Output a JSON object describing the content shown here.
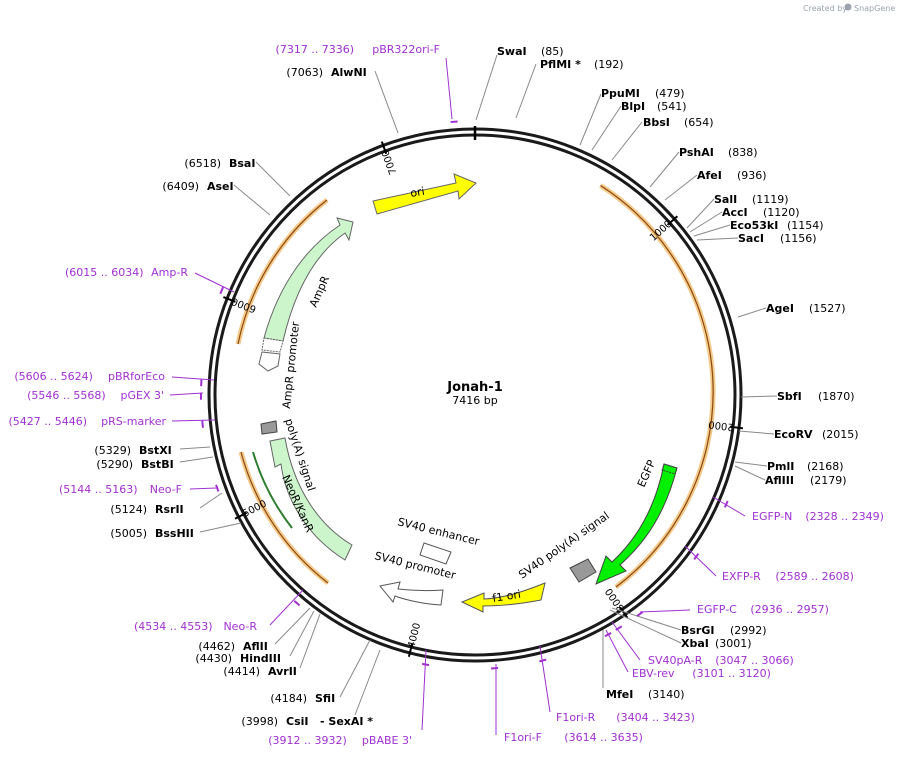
{
  "watermark": {
    "prefix": "Created by",
    "brand": "SnapGene"
  },
  "plasmid": {
    "name": "Jonah-1",
    "length_label": "7416 bp",
    "length": 7416
  },
  "ticks": [
    {
      "pos": 1000,
      "label": "1000"
    },
    {
      "pos": 2000,
      "label": "2000"
    },
    {
      "pos": 3000,
      "label": "3000"
    },
    {
      "pos": 4000,
      "label": "4000"
    },
    {
      "pos": 5000,
      "label": "5000"
    },
    {
      "pos": 6000,
      "label": "6000"
    },
    {
      "pos": 7000,
      "label": "7000"
    }
  ],
  "enzymes": [
    {
      "name": "SwaI",
      "num": "(85)",
      "pos": 85
    },
    {
      "name": "PflMI *",
      "num": "(192)",
      "pos": 192
    },
    {
      "name": "PpuMI",
      "num": "(479)",
      "pos": 479
    },
    {
      "name": "BlpI",
      "num": "(541)",
      "pos": 541
    },
    {
      "name": "BbsI",
      "num": "(654)",
      "pos": 654
    },
    {
      "name": "PshAI",
      "num": "(838)",
      "pos": 838
    },
    {
      "name": "AfeI",
      "num": "(936)",
      "pos": 936
    },
    {
      "name": "SalI",
      "num": "(1119)",
      "pos": 1119
    },
    {
      "name": "AccI",
      "num": "(1120)",
      "pos": 1120
    },
    {
      "name": "Eco53kI",
      "num": "(1154)",
      "pos": 1154
    },
    {
      "name": "SacI",
      "num": "(1156)",
      "pos": 1156
    },
    {
      "name": "AgeI",
      "num": "(1527)",
      "pos": 1527
    },
    {
      "name": "SbfI",
      "num": "(1870)",
      "pos": 1870
    },
    {
      "name": "EcoRV",
      "num": "(2015)",
      "pos": 2015
    },
    {
      "name": "PmlI",
      "num": "(2168)",
      "pos": 2168
    },
    {
      "name": "AflIII",
      "num": "(2179)",
      "pos": 2179
    },
    {
      "name": "BsrGI",
      "num": "(2992)",
      "pos": 2992
    },
    {
      "name": "XbaI",
      "num": "(3001)",
      "pos": 3001
    },
    {
      "name": "MfeI",
      "num": "(3140)",
      "pos": 3140
    },
    {
      "name": "SfiI",
      "num": "(4184)",
      "pos": 4184
    },
    {
      "name": "CsiI",
      "num": "(3998)",
      "pos": 3998,
      "suffix": "- SexAI *"
    },
    {
      "name": "AvrII",
      "num": "(4414)",
      "pos": 4414
    },
    {
      "name": "HindIII",
      "num": "(4430)",
      "pos": 4430
    },
    {
      "name": "AflII",
      "num": "(4462)",
      "pos": 4462
    },
    {
      "name": "BssHII",
      "num": "(5005)",
      "pos": 5005
    },
    {
      "name": "RsrII",
      "num": "(5124)",
      "pos": 5124
    },
    {
      "name": "BstBI",
      "num": "(5290)",
      "pos": 5290
    },
    {
      "name": "BstXI",
      "num": "(5329)",
      "pos": 5329
    },
    {
      "name": "AseI",
      "num": "(6409)",
      "pos": 6409
    },
    {
      "name": "BsaI",
      "num": "(6518)",
      "pos": 6518
    },
    {
      "name": "AlwNI",
      "num": "(7063)",
      "pos": 7063
    }
  ],
  "primers": [
    {
      "name": "pBR322ori-F",
      "range": "(7317 .. 7336)",
      "pos": 7326
    },
    {
      "name": "EGFP-N",
      "range": "(2328 .. 2349)",
      "pos": 2338
    },
    {
      "name": "EXFP-R",
      "range": "(2589 .. 2608)",
      "pos": 2598
    },
    {
      "name": "EGFP-C",
      "range": "(2936 .. 2957)",
      "pos": 2946
    },
    {
      "name": "SV40pA-R",
      "range": "(3047 .. 3066)",
      "pos": 3056
    },
    {
      "name": "EBV-rev",
      "range": "(3101 .. 3120)",
      "pos": 3110
    },
    {
      "name": "F1ori-R",
      "range": "(3404 .. 3423)",
      "pos": 3413
    },
    {
      "name": "F1ori-F",
      "range": "(3614 .. 3635)",
      "pos": 3624
    },
    {
      "name": "pBABE 3'",
      "range": "(3912 .. 3932)",
      "pos": 3922
    },
    {
      "name": "Neo-R",
      "range": "(4534 .. 4553)",
      "pos": 4543
    },
    {
      "name": "Neo-F",
      "range": "(5144 .. 5163)",
      "pos": 5153
    },
    {
      "name": "pRS-marker",
      "range": "(5427 .. 5446)",
      "pos": 5436
    },
    {
      "name": "pGEX 3'",
      "range": "(5546 .. 5568)",
      "pos": 5557
    },
    {
      "name": "pBRforEco",
      "range": "(5606 .. 5624)",
      "pos": 5615
    },
    {
      "name": "Amp-R",
      "range": "(6015 .. 6034)",
      "pos": 6024
    }
  ],
  "features": [
    {
      "name": "ori",
      "start": 6900,
      "end": 7380,
      "color": "#ffff00"
    },
    {
      "name": "AmpR",
      "start": 6700,
      "end": 6050,
      "color": "#ccf5cc"
    },
    {
      "name": "AmpR promoter",
      "start": 5990,
      "end": 5900,
      "color": "#ffffff"
    },
    {
      "name": "EGFP",
      "start": 2190,
      "end": 2900,
      "color": "#00f000"
    },
    {
      "name": "SV40 poly(A) signal",
      "start": 2925,
      "end": 3045,
      "color": "#999999"
    },
    {
      "name": "f1 ori",
      "start": 3180,
      "end": 3600,
      "color": "#ffff00"
    },
    {
      "name": "SV40 promoter",
      "start": 3650,
      "end": 4000,
      "color": "#ffffff"
    },
    {
      "name": "SV40 enhancer",
      "start": 3730,
      "end": 3820,
      "color": "#ffffff"
    },
    {
      "name": "NeoR/KanR",
      "start": 4430,
      "end": 5150,
      "color": "#ccf5cc"
    },
    {
      "name": "poly(A) signal",
      "start": 5340,
      "end": 5410,
      "color": "#999999"
    }
  ]
}
